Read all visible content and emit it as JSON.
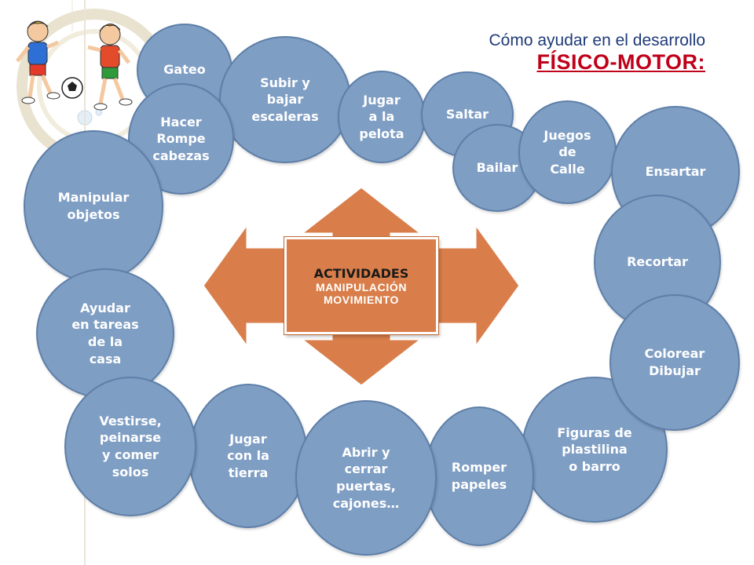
{
  "title": {
    "line1": "Cómo ayudar en el desarrollo",
    "line2": "FÍSICO-MOTOR:"
  },
  "center": {
    "title": "ACTIVIDADES",
    "line1": "MANIPULACIÓN",
    "line2": "MOVIMIENTO"
  },
  "bubbles": {
    "gateo": "Gateo",
    "subir": "Subir y\nbajar\nescaleras",
    "pelota": "Jugar\na la\npelota",
    "saltar": "Saltar",
    "bailar": "Bailar",
    "juegos": "Juegos\nde\nCalle",
    "ensartar": "Ensartar",
    "rompe": "Hacer\nRompe\ncabezas",
    "manipular": "Manipular\nobjetos",
    "recortar": "Recortar",
    "ayudar": "Ayudar\nen tareas\nde la\ncasa",
    "colorear": "Colorear\nDibujar",
    "figuras": "Figuras de\nplastilina\no barro",
    "vestirse": "Vestirse,\npeinarse\ny comer\nsolos",
    "tierra": "Jugar\ncon la\ntierra",
    "abrir": "Abrir y\ncerrar\npuertas,\ncajones…",
    "romper": "Romper\npapeles"
  },
  "colors": {
    "bubble": "#7f9ec4",
    "center": "#d97e4a",
    "title_blue": "#1f3b78",
    "title_red": "#c0001a"
  }
}
